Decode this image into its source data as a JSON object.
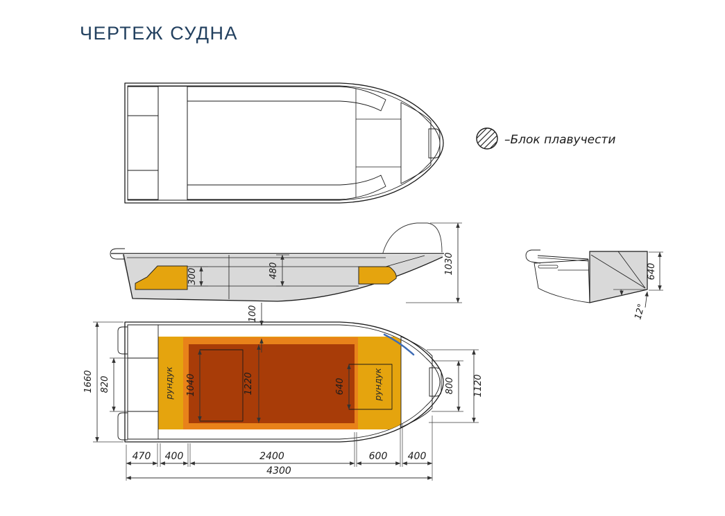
{
  "title": "ЧЕРТЕЖ СУДНА",
  "legend": {
    "label": "–Блок плавучести"
  },
  "colors": {
    "title_navy": "#22405f",
    "line_black": "#1a1a1a",
    "hull_gray": "#d9d9d9",
    "bench_gray": "#e6e6e6",
    "buoyancy_yellow": "#e5a40e",
    "rim_orange": "#e8821a",
    "floor_red": "#a83c08",
    "rail_blue": "#3e6cb5"
  },
  "side_view": {
    "seat_height": "300",
    "cockpit_depth": "480",
    "overall_height": "1030"
  },
  "transom_view": {
    "transom_height": "640",
    "deadrise_angle": "12°"
  },
  "plan_view": {
    "gunwale_width": "100",
    "beam_overall": "1660",
    "transom_inner_width": "820",
    "floor_width_aft": "1040",
    "floor_width_mid": "1220",
    "floor_width_fwd": "640",
    "bow_inner_width": "800",
    "bow_width": "1120",
    "locker_left_label": "рундук",
    "locker_right_label": "рундук",
    "bottom_dims": [
      "470",
      "400",
      "2400",
      "600",
      "400"
    ],
    "length_overall": "4300"
  }
}
